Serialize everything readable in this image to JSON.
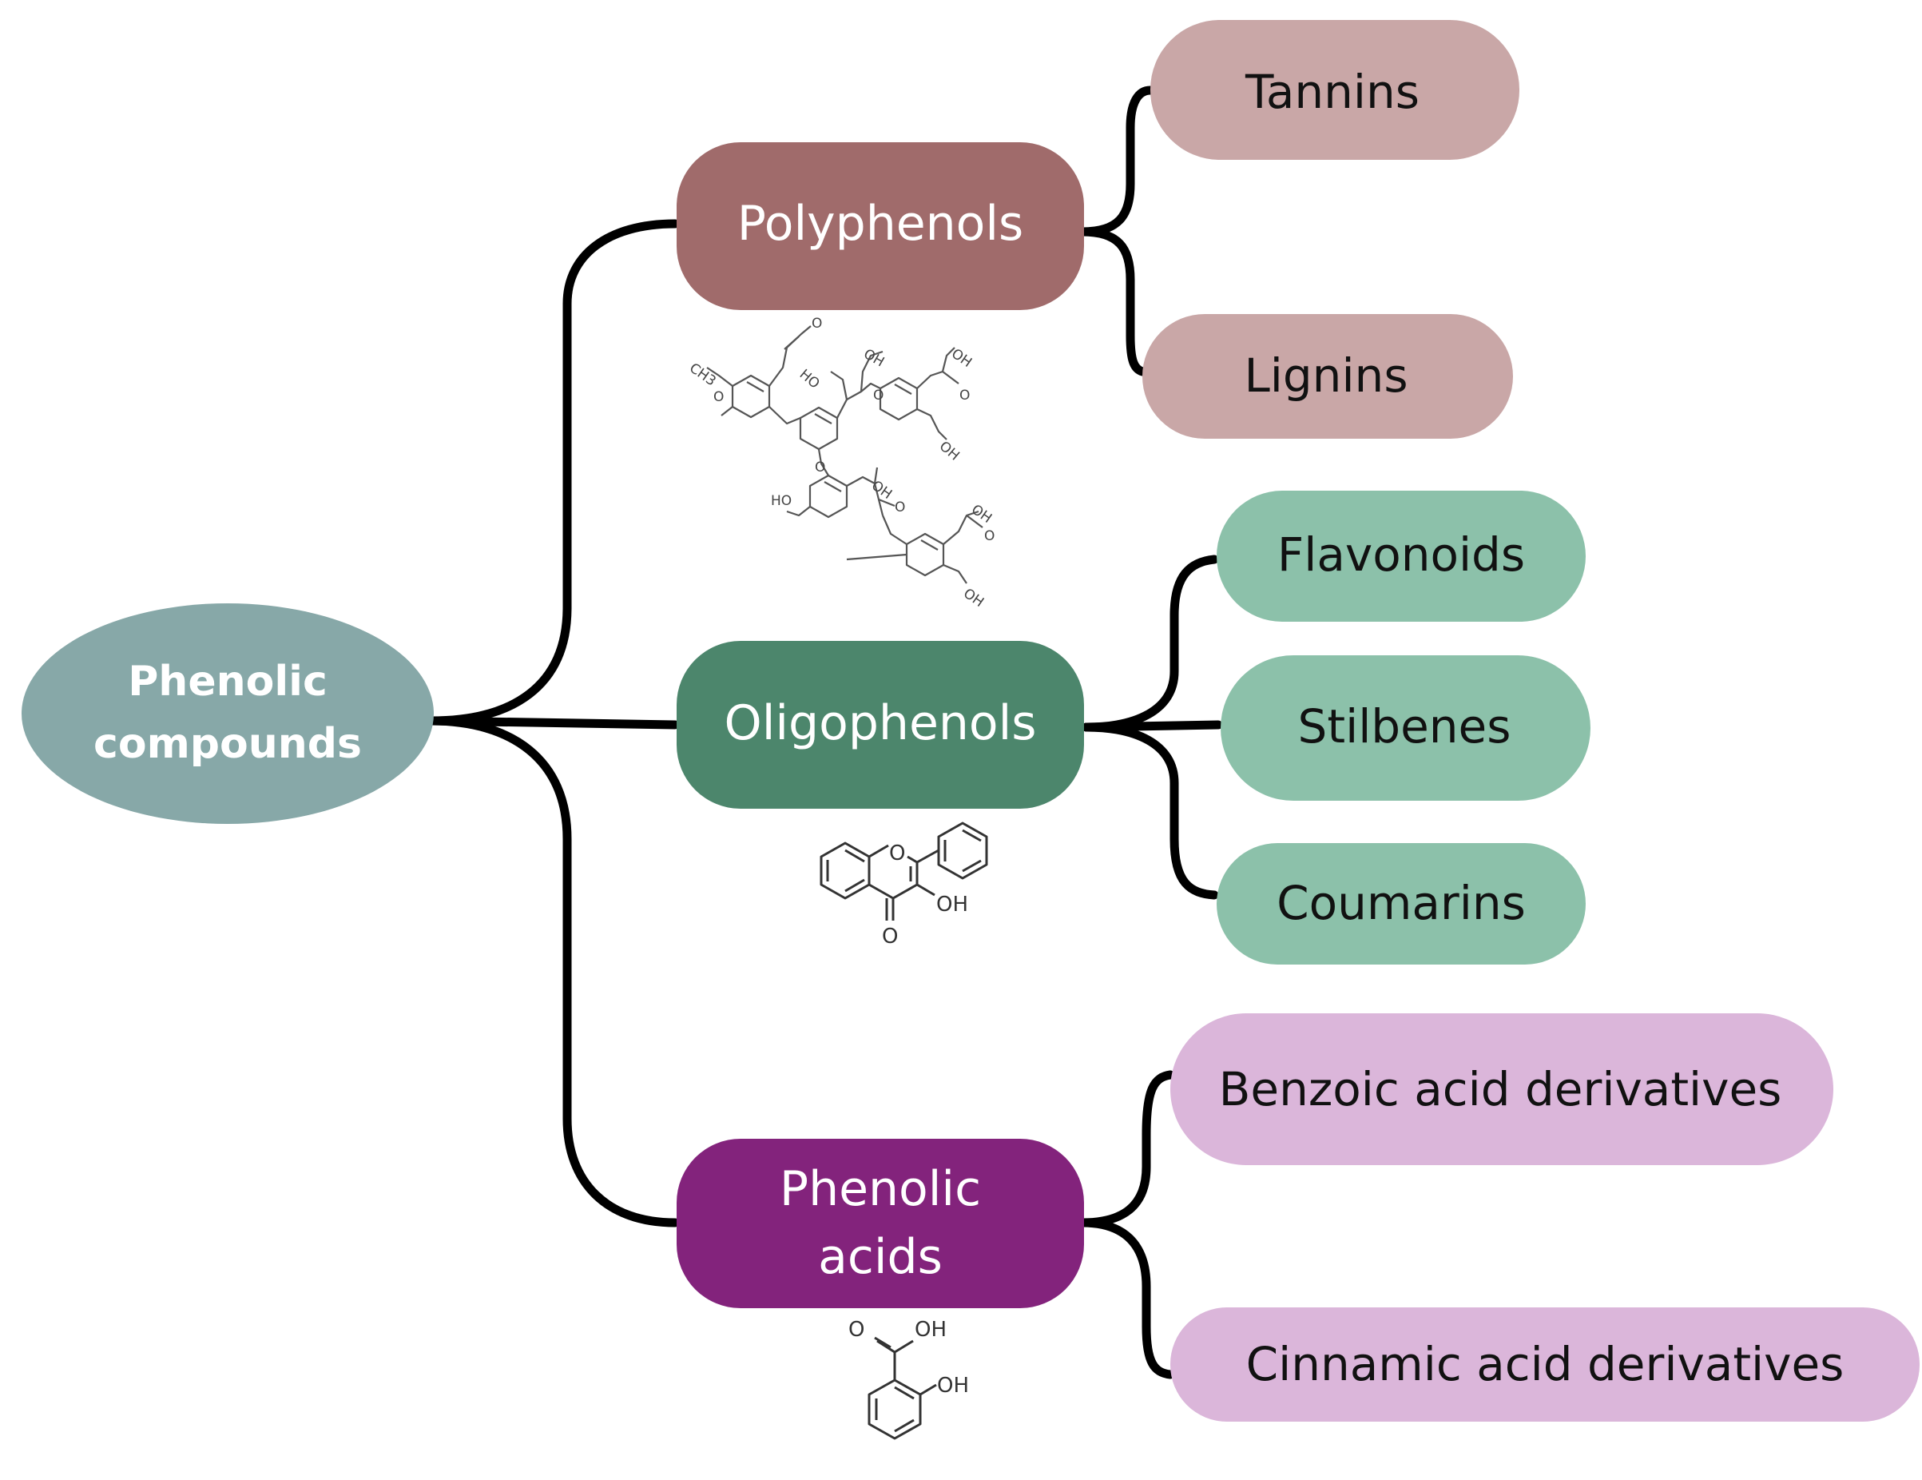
{
  "colors": {
    "root": "#87a8a8",
    "polyphenols": "#a06b6b",
    "oligophenols": "#4c866c",
    "phenolic_acids": "#83237c",
    "poly_children": "#c9a7a7",
    "oligo_children": "#8cc1aa",
    "acid_children": "#dbb6da",
    "connector": "#000000"
  },
  "root": {
    "line1": "Phenolic",
    "line2": "compounds"
  },
  "polyphenols": {
    "label": "Polyphenols",
    "children": [
      "Tannins",
      "Lignins"
    ],
    "structure": {
      "icon": "lignin-structure",
      "atoms": [
        "CH3",
        "O",
        "HO",
        "OH",
        "O",
        "OH",
        "O",
        "O",
        "OH",
        "HO",
        "OH",
        "O",
        "O",
        "OH",
        "O",
        "OH"
      ]
    }
  },
  "oligophenols": {
    "label": "Oligophenols",
    "children": [
      "Flavonoids",
      "Stilbenes",
      "Coumarins"
    ],
    "structure": {
      "icon": "flavonol-structure",
      "atoms": [
        "O",
        "O",
        "OH"
      ]
    }
  },
  "phenolic_acids": {
    "line1": "Phenolic",
    "line2": "acids",
    "children": [
      "Benzoic acid derivatives",
      "Cinnamic acid derivatives"
    ],
    "structure": {
      "icon": "salicylic-acid-structure",
      "atoms": [
        "O",
        "OH",
        "OH"
      ]
    }
  }
}
